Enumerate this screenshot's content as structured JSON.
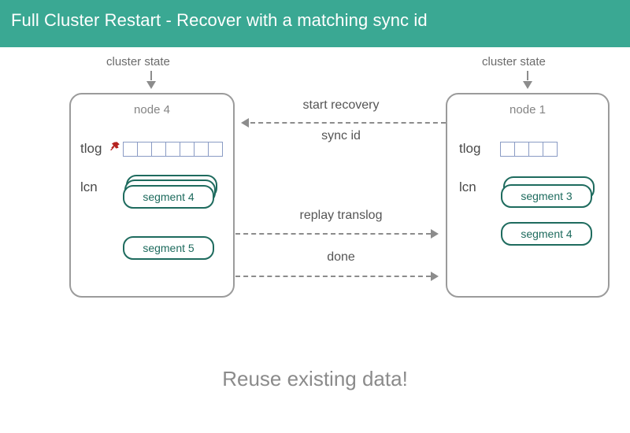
{
  "header": {
    "title": "Full Cluster Restart - Recover with a matching sync id",
    "background": "#3aa893",
    "text_color": "#ffffff"
  },
  "colors": {
    "teal_header": "#3aa893",
    "node_border": "#9b9b9b",
    "segment_stroke": "#1e6b5e",
    "tlog_cell_stroke": "#8a9bc4",
    "arrow_gray": "#8c8c8c",
    "pin_red": "#b5221f",
    "footer_gray": "#8b8b8b"
  },
  "left": {
    "cluster_state_label": "cluster state",
    "node_title": "node 4",
    "tlog_label": "tlog",
    "tlog_cells": 7,
    "pin_icon": "red-pin-icon",
    "lcn_label": "lcn",
    "segment_stack": {
      "count": 3,
      "top_label": "segment 4"
    },
    "segment_single": "segment 5"
  },
  "right": {
    "cluster_state_label": "cluster state",
    "node_title": "node 1",
    "tlog_label": "tlog",
    "tlog_cells": 4,
    "lcn_label": "lcn",
    "segment_stack": {
      "count": 2,
      "top_label": "segment 3"
    },
    "segment_single": "segment 4"
  },
  "flows": [
    {
      "label": "start recovery",
      "direction": "left",
      "name": "start-recovery"
    },
    {
      "label": "sync id",
      "direction": "none",
      "name": "sync-id"
    },
    {
      "label": "replay translog",
      "direction": "right",
      "name": "replay-translog"
    },
    {
      "label": "done",
      "direction": "right",
      "name": "done"
    }
  ],
  "footer": {
    "text": "Reuse existing data!"
  }
}
